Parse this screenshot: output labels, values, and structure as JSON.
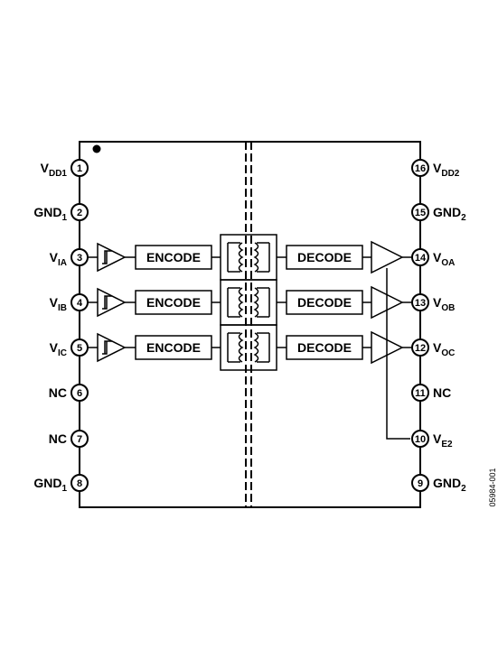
{
  "pins_left": [
    {
      "num": "1",
      "name": "V",
      "sub": "DD1"
    },
    {
      "num": "2",
      "name": "GND",
      "sub": "1"
    },
    {
      "num": "3",
      "name": "V",
      "sub": "IA"
    },
    {
      "num": "4",
      "name": "V",
      "sub": "IB"
    },
    {
      "num": "5",
      "name": "V",
      "sub": "IC"
    },
    {
      "num": "6",
      "name": "NC",
      "sub": ""
    },
    {
      "num": "7",
      "name": "NC",
      "sub": ""
    },
    {
      "num": "8",
      "name": "GND",
      "sub": "1"
    }
  ],
  "pins_right": [
    {
      "num": "16",
      "name": "V",
      "sub": "DD2"
    },
    {
      "num": "15",
      "name": "GND",
      "sub": "2"
    },
    {
      "num": "14",
      "name": "V",
      "sub": "OA"
    },
    {
      "num": "13",
      "name": "V",
      "sub": "OB"
    },
    {
      "num": "12",
      "name": "V",
      "sub": "OC"
    },
    {
      "num": "11",
      "name": "NC",
      "sub": ""
    },
    {
      "num": "10",
      "name": "V",
      "sub": "E2"
    },
    {
      "num": "9",
      "name": "GND",
      "sub": "2"
    }
  ],
  "channels": [
    {
      "encode": "ENCODE",
      "decode": "DECODE"
    },
    {
      "encode": "ENCODE",
      "decode": "DECODE"
    },
    {
      "encode": "ENCODE",
      "decode": "DECODE"
    }
  ],
  "figure_id": "05984-001"
}
